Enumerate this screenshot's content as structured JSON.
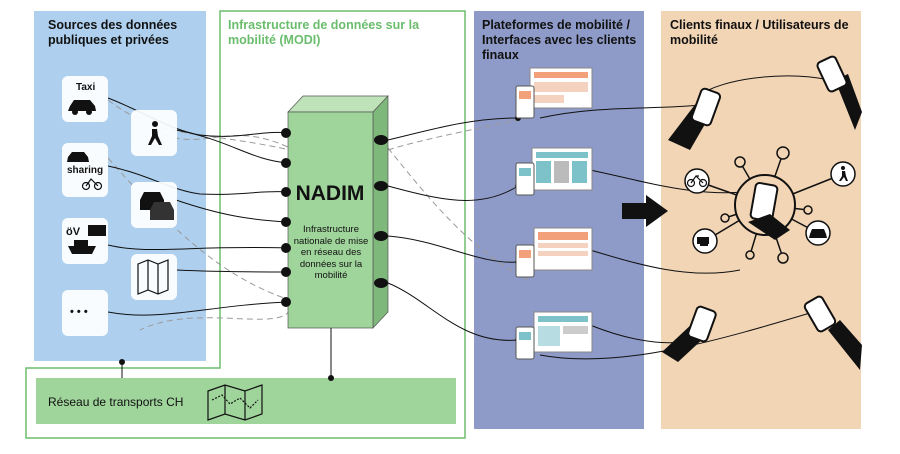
{
  "panels": {
    "sources": {
      "title": "Sources des données publiques et privées",
      "color": "#aed0ee"
    },
    "modi": {
      "title": "Infrastructure de données sur la mobilité (MODI)",
      "color": "#6bbd6e"
    },
    "platforms": {
      "title": "Plateformes de mobilité / Interfaces avec les clients finaux",
      "color": "#8e9ac7"
    },
    "clients": {
      "title": "Clients finaux / Utilisateurs de mobilité",
      "color": "#f2d5b5"
    }
  },
  "sources": {
    "taxi_label": "Taxi",
    "sharing_label": "sharing",
    "ov_label": "öV",
    "more_label": "• • •"
  },
  "nadim": {
    "title": "NADIM",
    "description": "Infrastructure nationale de mise en réseau des données sur la mobilité",
    "color": "#9fd49b"
  },
  "network": {
    "label": "Réseau de transports CH",
    "color": "#9fd49b"
  }
}
